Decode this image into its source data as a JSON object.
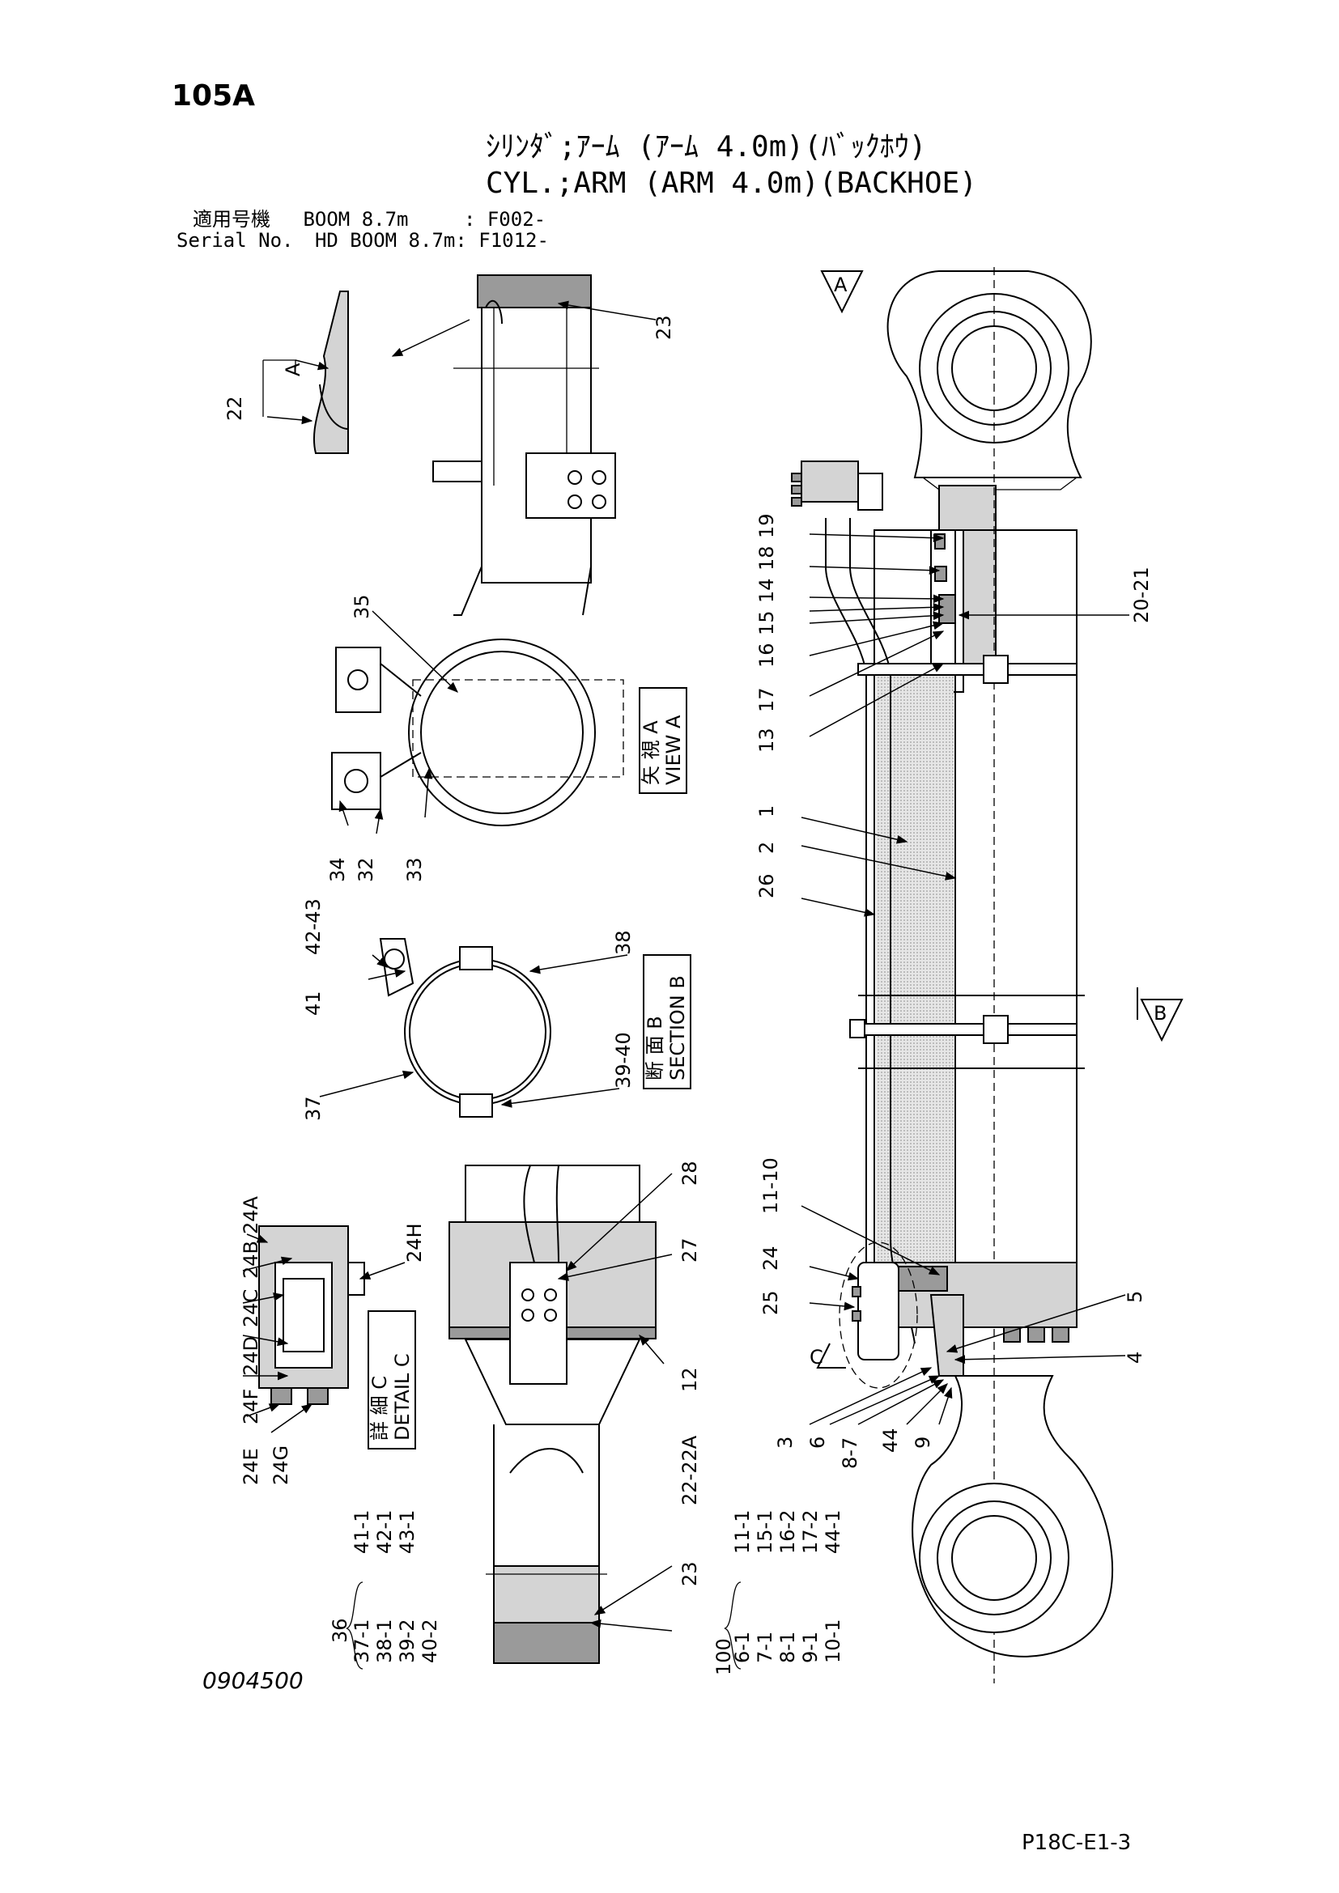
{
  "page_number": "105A",
  "title_jp": "ｼﾘﾝﾀﾞ;ｱｰﾑ (ｱｰﾑ 4.0m)(ﾊﾞｯｸﾎｳ)",
  "title_en": "CYL.;ARM (ARM 4.0m)(BACKHOE)",
  "applicability": {
    "row1_label": "適用号機",
    "row1_model": "BOOM 8.7m",
    "row1_serial": ": F002-",
    "row2_label": "Serial No.",
    "row2_model": "HD BOOM 8.7m",
    "row2_serial": ": F1012-"
  },
  "views": {
    "view_a": {
      "jp": "矢 視 A",
      "en": "VIEW A"
    },
    "section_b": {
      "jp": "断 面 B",
      "en": "SECTION B"
    },
    "detail_c": {
      "jp": "詳 細 C",
      "en": "DETAIL C"
    },
    "marker_a": "A",
    "marker_b": "B",
    "marker_c": "C"
  },
  "part_labels": {
    "p22": "22",
    "p23_top": "23",
    "p35": "35",
    "p34": "34",
    "p32": "32",
    "p33": "33",
    "p42_43": "42-43",
    "p41": "41",
    "p37": "37",
    "p38": "38",
    "p39_40": "39-40",
    "p28": "28",
    "p27": "27",
    "p12": "12",
    "p24A": "24A",
    "p24B": "24B",
    "p24C": "24C",
    "p24D": "24D",
    "p24F": "24F",
    "p24E": "24E",
    "p24G": "24G",
    "p24H": "24H",
    "p23_bottom": "23",
    "p22_22A": "22-22A",
    "p19": "19",
    "p18": "18",
    "p14": "14",
    "p15": "15",
    "p16": "16",
    "p17": "17",
    "p13": "13",
    "p20_21": "20-21",
    "p1": "1",
    "p2": "2",
    "p26": "26",
    "p11_10": "11-10",
    "p24": "24",
    "p25": "25",
    "p5": "5",
    "p4": "4",
    "p3": "3",
    "p6": "6",
    "p8_7": "8-7",
    "p44": "44",
    "p9": "9"
  },
  "kits": {
    "kit36": {
      "number": "36",
      "col1": [
        "37-1",
        "38-1",
        "39-2",
        "40-2"
      ],
      "col2": [
        "41-1",
        "42-1",
        "43-1"
      ]
    },
    "kit100": {
      "number": "100",
      "col1": [
        "6-1",
        "7-1",
        "8-1",
        "9-1",
        "10-1"
      ],
      "col2": [
        "11-1",
        "15-1",
        "16-2",
        "17-2",
        "44-1"
      ]
    }
  },
  "drawing_number": "0904500",
  "sheet_code": "P18C-E1-3"
}
